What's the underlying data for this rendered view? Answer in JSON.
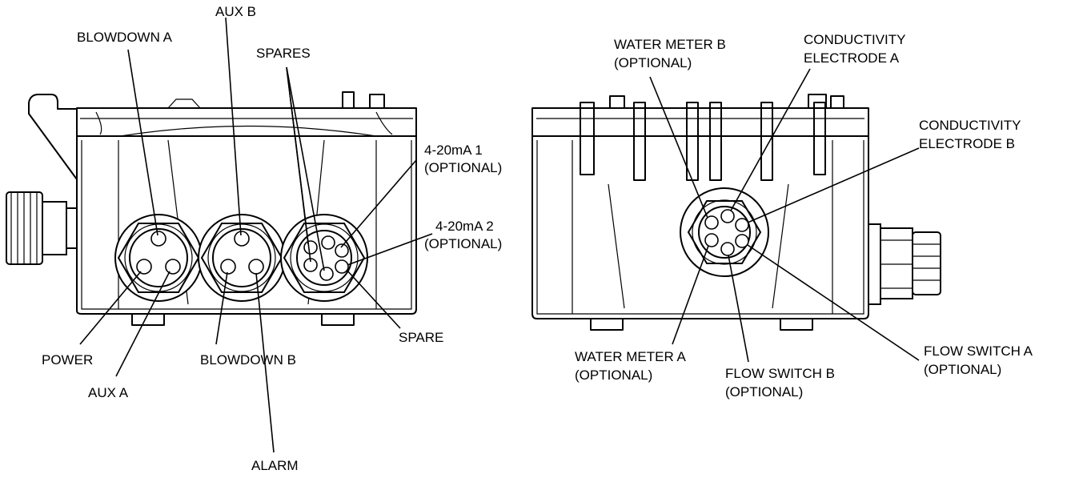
{
  "left_view": {
    "labels": {
      "blowdown_a": "BLOWDOWN A",
      "aux_b": "AUX B",
      "spares": "SPARES",
      "ma1_line1": "4-20mA 1",
      "ma1_line2": "(OPTIONAL)",
      "ma2_line1": "4-20mA 2",
      "ma2_line2": "(OPTIONAL)",
      "spare": "SPARE",
      "power": "POWER",
      "blowdown_b": "BLOWDOWN B",
      "aux_a": "AUX A",
      "alarm": "ALARM"
    }
  },
  "right_view": {
    "labels": {
      "water_meter_b_line1": "WATER METER B",
      "water_meter_b_line2": "(OPTIONAL)",
      "cond_a_line1": "CONDUCTIVITY",
      "cond_a_line2": "ELECTRODE A",
      "cond_b_line1": "CONDUCTIVITY",
      "cond_b_line2": "ELECTRODE B",
      "water_meter_a_line1": "WATER METER A",
      "water_meter_a_line2": "(OPTIONAL)",
      "flow_switch_b_line1": "FLOW SWITCH B",
      "flow_switch_b_line2": "(OPTIONAL)",
      "flow_switch_a_line1": "FLOW SWITCH A",
      "flow_switch_a_line2": "(OPTIONAL)"
    }
  }
}
